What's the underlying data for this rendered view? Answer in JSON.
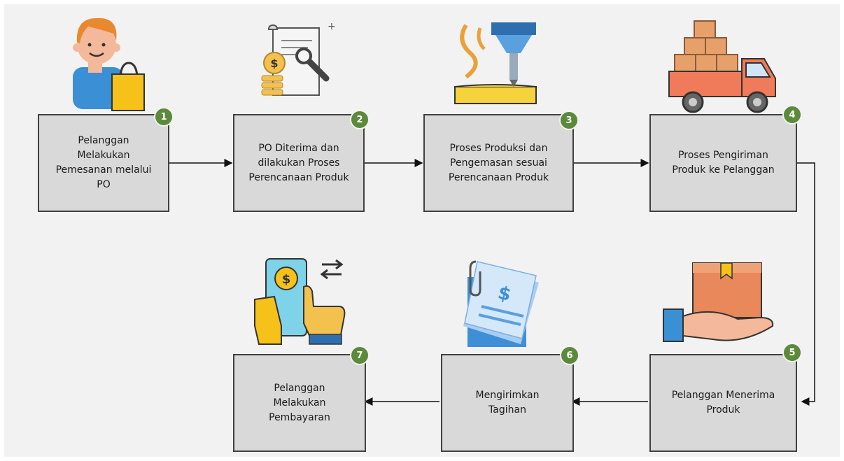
{
  "steps": [
    {
      "number": "1",
      "label": "Pelanggan\nMelakukan\nPemesanan melalui\nPO",
      "icon": "customer-shopping-icon"
    },
    {
      "number": "2",
      "label": "PO Diterima dan\ndilakukan Proses\nPerencanaan Produk",
      "icon": "document-coins-wrench-icon"
    },
    {
      "number": "3",
      "label": "Proses Produksi dan\nPengemasan sesuai\nPerencanaan Produk",
      "icon": "cnc-milling-icon"
    },
    {
      "number": "4",
      "label": "Proses Pengiriman\nProduk ke Pelanggan",
      "icon": "delivery-truck-icon"
    },
    {
      "number": "5",
      "label": "Pelanggan Menerima\nProduk",
      "icon": "hand-receiving-box-icon"
    },
    {
      "number": "6",
      "label": "Mengirimkan\nTagihan",
      "icon": "invoice-icon"
    },
    {
      "number": "7",
      "label": "Pelanggan\nMelakukan\nPembayaran",
      "icon": "mobile-payment-icon"
    }
  ],
  "colors": {
    "box_fill": "#d9d9d9",
    "box_border": "#404040",
    "badge": "#5a8a3a",
    "background": "#f2f2f2"
  }
}
